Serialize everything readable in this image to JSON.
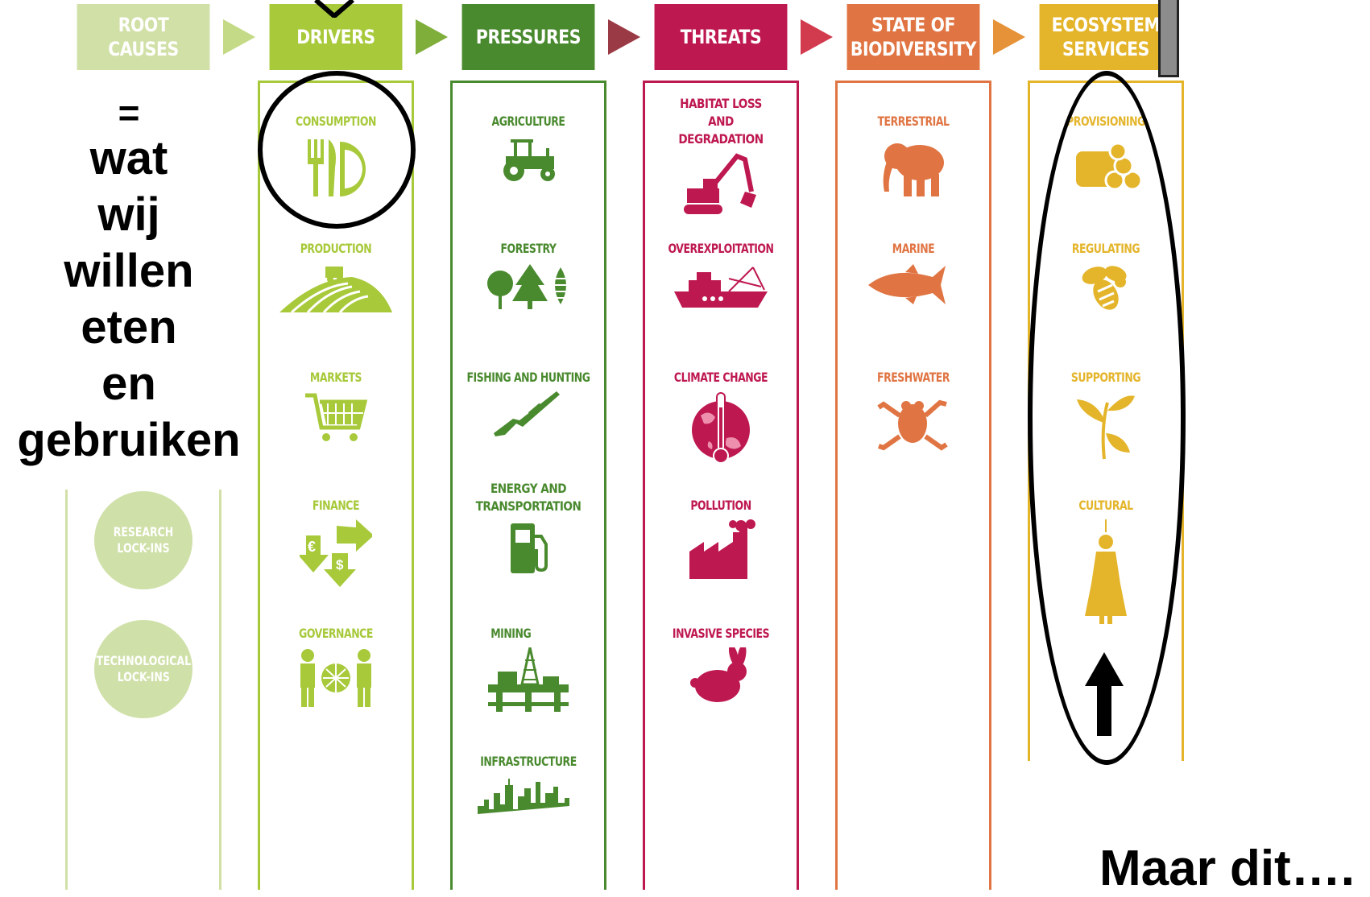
{
  "headers": {
    "root_causes": [
      "ROOT",
      "CAUSES"
    ],
    "drivers": [
      "DRIVERS"
    ],
    "pressures": [
      "PRESSURES"
    ],
    "threats": [
      "THREATS"
    ],
    "state": [
      "STATE OF",
      "BIODIVERSITY"
    ],
    "services": [
      "ECOSYSTEM",
      "SERVICES"
    ]
  },
  "colors": {
    "root_causes": "#d1e0a7",
    "drivers": "#a7c93a",
    "pressures": "#4a8a2f",
    "threats": "#be1850",
    "state": "#e07543",
    "services": "#e4b52b"
  },
  "root_causes": {
    "items": [
      "RESEARCH LOCK-INS",
      "TECHNOLOGICAL LOCK-INS"
    ]
  },
  "drivers": {
    "items": [
      {
        "label": "CONSUMPTION",
        "icon": "cutlery-plate-icon"
      },
      {
        "label": "PRODUCTION",
        "icon": "harvester-field-icon"
      },
      {
        "label": "MARKETS",
        "icon": "shopping-cart-icon"
      },
      {
        "label": "FINANCE",
        "icon": "currency-exchange-icon"
      },
      {
        "label": "GOVERNANCE",
        "icon": "people-globe-icon"
      }
    ]
  },
  "pressures": {
    "items": [
      {
        "label": "AGRICULTURE",
        "icon": "tractor-icon"
      },
      {
        "label": "FORESTRY",
        "icon": "trees-icon"
      },
      {
        "label": "FISHING AND HUNTING",
        "icon": "rifle-icon"
      },
      {
        "label": "ENERGY AND TRANSPORTATION",
        "icon": "fuel-pump-icon"
      },
      {
        "label": "MINING",
        "icon": "oil-rig-icon"
      },
      {
        "label": "INFRASTRUCTURE",
        "icon": "city-skyline-icon"
      }
    ]
  },
  "threats": {
    "items": [
      {
        "label": "HABITAT LOSS AND DEGRADATION",
        "icon": "excavator-icon"
      },
      {
        "label": "OVEREXPLOITATION",
        "icon": "fishing-boat-icon"
      },
      {
        "label": "CLIMATE CHANGE",
        "icon": "globe-thermometer-icon"
      },
      {
        "label": "POLLUTION",
        "icon": "factory-icon"
      },
      {
        "label": "INVASIVE SPECIES",
        "icon": "rabbit-icon"
      }
    ]
  },
  "state": {
    "items": [
      {
        "label": "TERRESTRIAL",
        "icon": "elephant-icon"
      },
      {
        "label": "MARINE",
        "icon": "fish-icon"
      },
      {
        "label": "FRESHWATER",
        "icon": "frog-icon"
      }
    ]
  },
  "services": {
    "items": [
      {
        "label": "PROVISIONING",
        "icon": "logs-icon"
      },
      {
        "label": "REGULATING",
        "icon": "bee-icon"
      },
      {
        "label": "SUPPORTING",
        "icon": "seedling-icon"
      },
      {
        "label": "CULTURAL",
        "icon": "person-figure-icon"
      }
    ]
  },
  "annotations": {
    "dutch_text": [
      "=",
      "wat",
      "wij",
      "willen",
      "eten",
      "en",
      "gebruiken"
    ],
    "maar_text": "Maar dit….",
    "up_arrow_icon": "up-arrow-icon"
  }
}
